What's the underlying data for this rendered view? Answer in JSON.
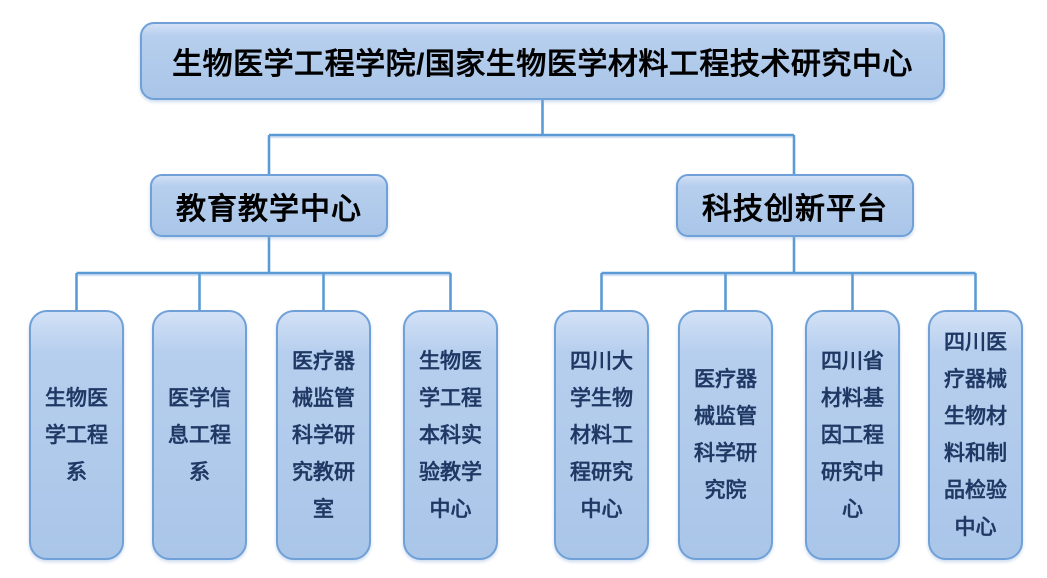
{
  "org": {
    "root": {
      "label": "生物医学工程学院/国家生物医学材料工程技术研究中心"
    },
    "branches": [
      {
        "label": "教育教学中心",
        "children": [
          "生物医学工程系",
          "医学信息工程系",
          "医疗器械监管科学研究教研室",
          "生物医学工程本科实验教学中心"
        ]
      },
      {
        "label": "科技创新平台",
        "children": [
          "四川大学生物材料工程研究中心",
          "医疗器械监管科学研究院",
          "四川省材料基因工程研究中心",
          "四川医疗器械生物材料和制品检验中心"
        ]
      }
    ]
  },
  "colors": {
    "background": "#ffffff",
    "box_fill_top": "#d2e1f6",
    "box_fill_bottom": "#a9c5e8",
    "box_border": "#6fa0d7",
    "connector_line": "#5b9bd5",
    "title_text": "#000000",
    "leaf_text": "#1f3864"
  }
}
